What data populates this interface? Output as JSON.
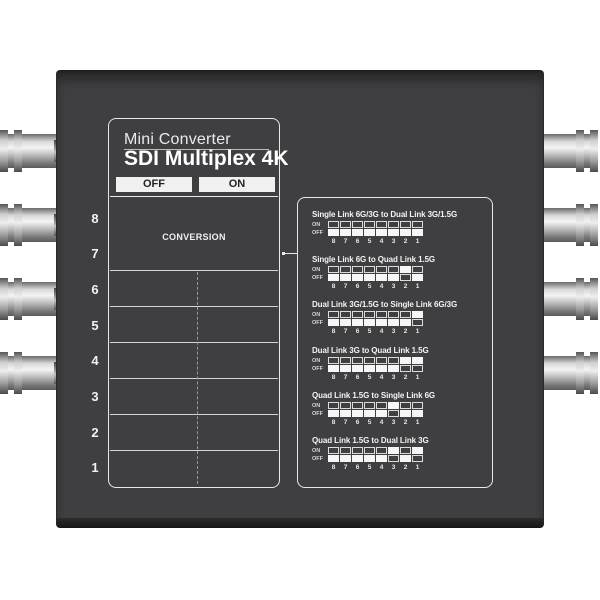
{
  "brand": {
    "small_line": "Mini Converter",
    "large_line": "SDI Multiplex 4K"
  },
  "switch_table": {
    "off_label": "OFF",
    "on_label": "ON",
    "header": "CONVERSION",
    "switch_numbers": [
      "8",
      "7",
      "6",
      "5",
      "4",
      "3",
      "2",
      "1"
    ]
  },
  "mode_legend": {
    "on_label": "ON",
    "off_label": "OFF",
    "switch_numbers": [
      "8",
      "7",
      "6",
      "5",
      "4",
      "3",
      "2",
      "1"
    ],
    "modes": [
      {
        "title": "Single Link 6G/3G to Dual Link 3G/1.5G",
        "on_switches": []
      },
      {
        "title": "Single Link 6G to Quad Link 1.5G",
        "on_switches": [
          "2"
        ]
      },
      {
        "title": "Dual Link 3G/1.5G to Single Link 6G/3G",
        "on_switches": [
          "1"
        ]
      },
      {
        "title": "Dual Link 3G to Quad Link 1.5G",
        "on_switches": [
          "2",
          "1"
        ]
      },
      {
        "title": "Quad Link 1.5G to Single Link 6G",
        "on_switches": [
          "3"
        ]
      },
      {
        "title": "Quad Link 1.5G to Dual Link 3G",
        "on_switches": [
          "3",
          "1"
        ]
      }
    ]
  },
  "colors": {
    "chassis": "#3f3f41",
    "print": "#f0f0f0",
    "connector": "#d8d8d8"
  },
  "icons": {
    "connectors": "bnc-connector-icon"
  }
}
